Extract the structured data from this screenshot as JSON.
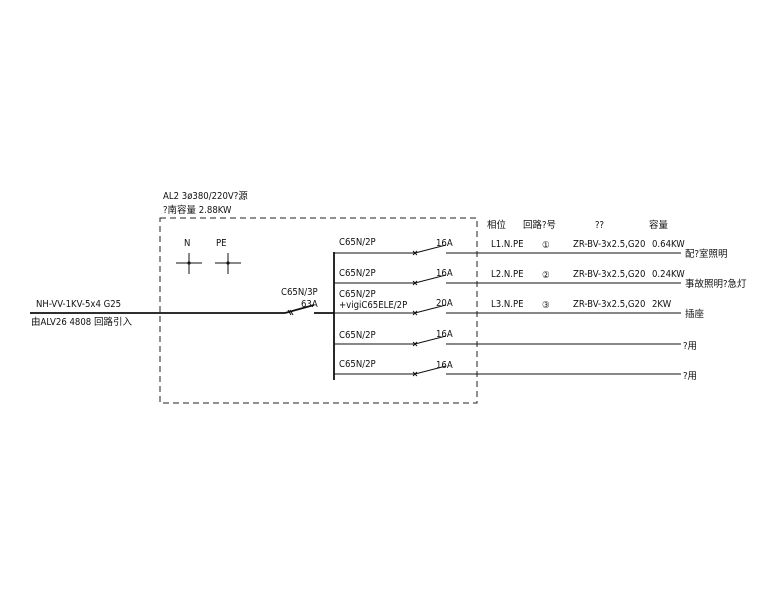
{
  "panel": {
    "title_line1": "AL2 3ø380/220V?源",
    "title_line2": "?南容量   2.88KW"
  },
  "incoming": {
    "cable": "NH-VV-1KV-5x4 G25",
    "source": "由ALV26   4808  回路引入"
  },
  "terminals": {
    "n_label": "N",
    "pe_label": "PE"
  },
  "main_breaker": {
    "model": "C65N/3P",
    "rating": "63A"
  },
  "headers": {
    "phase": "相位",
    "circuit_no": "回路?号",
    "cable": "??",
    "capacity": "容量"
  },
  "circuits": [
    {
      "breaker": "C65N/2P",
      "breaker2": "",
      "rating": "16A",
      "phase": "L1.N.PE",
      "number": "①",
      "cable": "ZR-BV-3x2.5,G20",
      "capacity": "0.64KW",
      "use": "配?室照明"
    },
    {
      "breaker": "C65N/2P",
      "breaker2": "",
      "rating": "16A",
      "phase": "L2.N.PE",
      "number": "②",
      "cable": "ZR-BV-3x2.5,G20",
      "capacity": "0.24KW",
      "use": "事故照明?急灯"
    },
    {
      "breaker": "C65N/2P",
      "breaker2": "+vigiC65ELE/2P",
      "rating": "20A",
      "phase": "L3.N.PE",
      "number": "③",
      "cable": "ZR-BV-3x2.5,G20",
      "capacity": "2KW",
      "use": "插座"
    },
    {
      "breaker": "C65N/2P",
      "breaker2": "",
      "rating": "16A",
      "phase": "",
      "number": "",
      "cable": "",
      "capacity": "",
      "use": "?用"
    },
    {
      "breaker": "C65N/2P",
      "breaker2": "",
      "rating": "16A",
      "phase": "",
      "number": "",
      "cable": "",
      "capacity": "",
      "use": "?用"
    }
  ]
}
